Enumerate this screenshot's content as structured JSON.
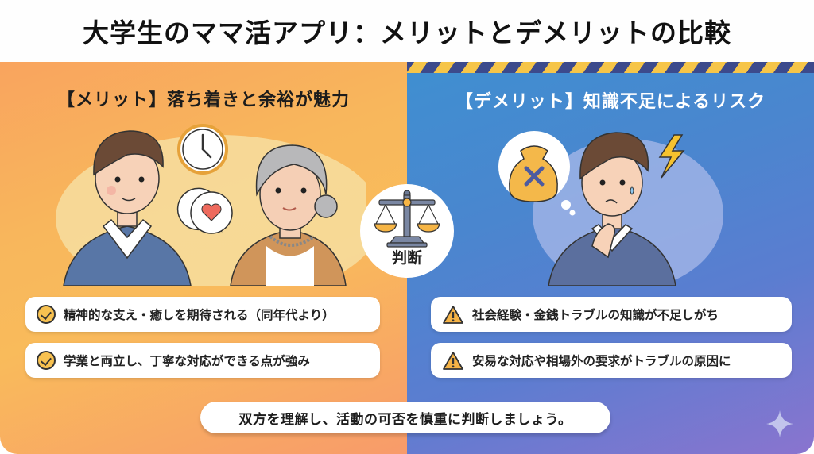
{
  "title": "大学生のママ活アプリ：メリットとデメリットの比較",
  "merit": {
    "heading": "【メリット】落ち着きと余裕が魅力",
    "items": [
      "精神的な支え・癒しを期待される（同年代より）",
      "学業と両立し、丁寧な対応ができる点が強み"
    ],
    "icon": "check-circle-icon",
    "colors": {
      "gradient_start": "#f9a45e",
      "gradient_mid": "#f9bb5b",
      "gradient_end": "#f89b6a",
      "check": "#f7c150"
    }
  },
  "demerit": {
    "heading": "【デメリット】知識不足によるリスク",
    "items": [
      "社会経験・金銭トラブルの知識が不足しがち",
      "安易な対応や相場外の要求がトラブルの原因に"
    ],
    "icon": "warning-triangle-icon",
    "colors": {
      "gradient_start": "#3f8fd0",
      "gradient_end": "#8a74cf",
      "stripe_dark": "#3c4a8c",
      "stripe_light": "#f6c548"
    }
  },
  "center": {
    "label": "判断",
    "icon": "balance-scale-icon"
  },
  "footer": {
    "message": "双方を理解し、活動の可否を慎重に判断しましょう。"
  }
}
